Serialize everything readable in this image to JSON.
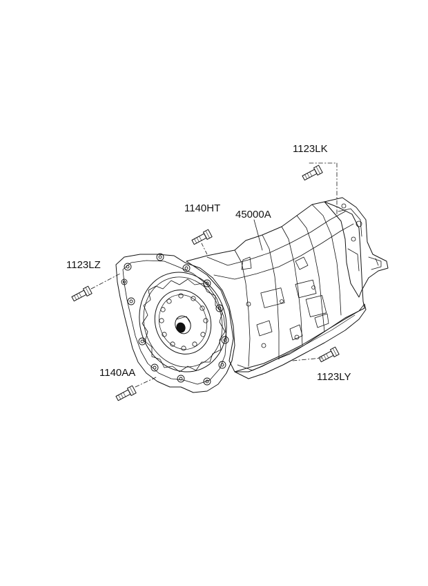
{
  "diagram": {
    "labels": {
      "part_1123lk": "1123LK",
      "part_1140ht": "1140HT",
      "part_45000a": "45000A",
      "part_1123lz": "1123LZ",
      "part_1140aa": "1140AA",
      "part_1123ly": "1123LY"
    },
    "colors": {
      "ink": "#111111",
      "background": "#ffffff"
    }
  }
}
